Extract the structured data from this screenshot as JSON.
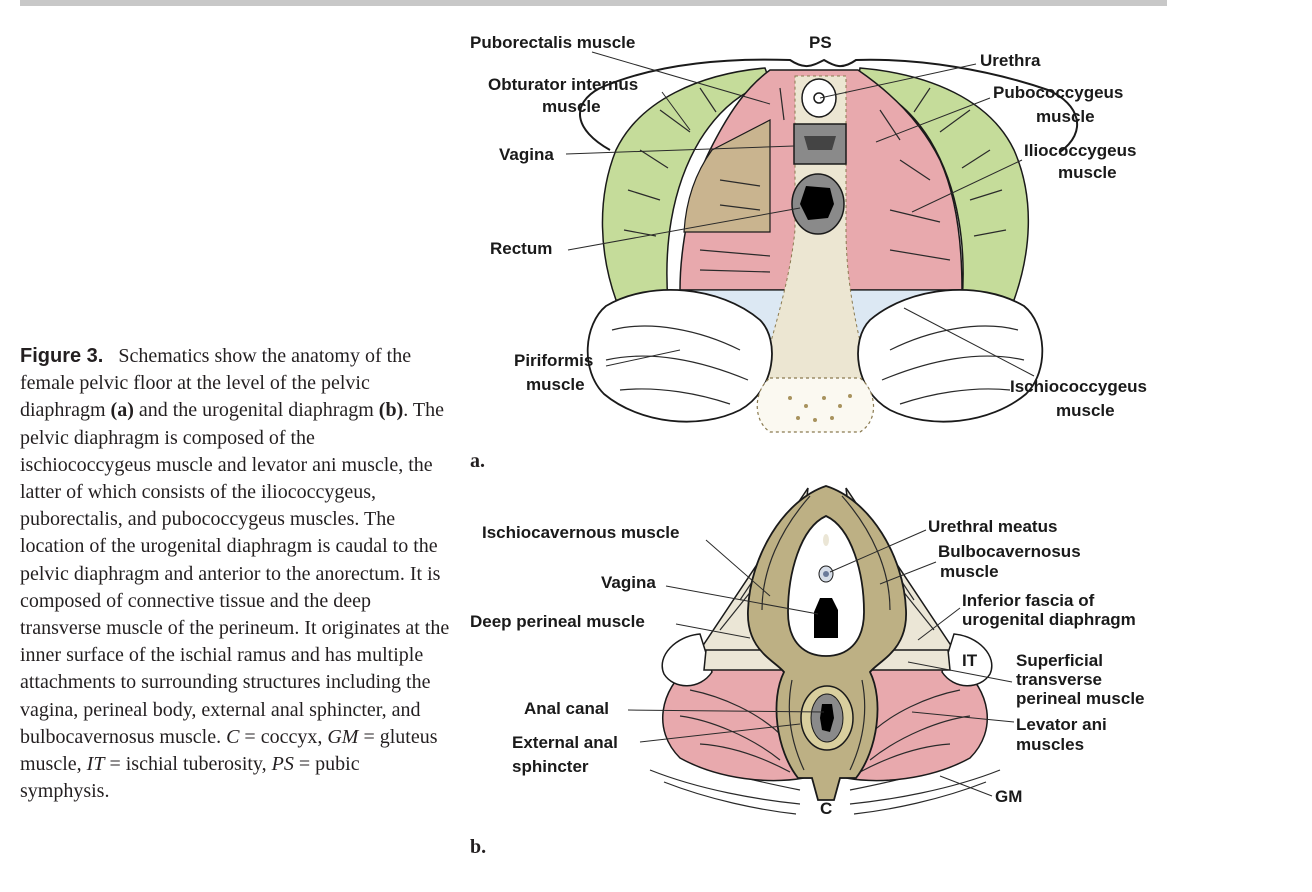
{
  "caption": {
    "figure_label": "Figure 3.",
    "text_1": "Schematics show the anatomy of the female pelvic floor at the level of the pelvic diaphragm ",
    "panel_a_ref": "(a)",
    "text_2": " and the urogenital diaphragm ",
    "panel_b_ref": "(b)",
    "text_3": ". The pelvic diaphragm is composed of the ischiococcygeus muscle and levator ani muscle, the latter of which consists of the iliococcygeus, puborectalis, and pubococcygeus muscles. The location of the urogenital diaphragm is caudal to the pelvic diaphragm and anterior to the anorectum. It is composed of connective tissue and the deep transverse muscle of the perineum. It originates at the inner surface of the ischial ramus and has multiple attachments to surrounding structures including the vagina, perineal body, external anal sphincter, and bulbocavernosus muscle. ",
    "abbr_c": "C",
    "def_c": " = coccyx, ",
    "abbr_gm": "GM",
    "def_gm": " = gluteus muscle, ",
    "abbr_it": "IT",
    "def_it": " = ischial tuberosity, ",
    "abbr_ps": "PS",
    "def_ps": " = pubic symphysis."
  },
  "panel_a": {
    "letter": "a.",
    "labels": {
      "ps": "PS",
      "puborectalis": "Puborectalis muscle",
      "obturator_line1": "Obturator internus",
      "obturator_line2": "muscle",
      "urethra": "Urethra",
      "pubococcygeus_line1": "Pubococcygeus",
      "pubococcygeus_line2": "muscle",
      "vagina": "Vagina",
      "iliococcygeus_line1": "Iliococcygeus",
      "iliococcygeus_line2": "muscle",
      "rectum": "Rectum",
      "piriformis_line1": "Piriformis",
      "piriformis_line2": "muscle",
      "ischiococcygeus_line1": "Ischiococcygeus",
      "ischiococcygeus_line2": "muscle"
    }
  },
  "panel_b": {
    "letter": "b.",
    "labels": {
      "ischiocavernous": "Ischiocavernous muscle",
      "urethral_meatus": "Urethral meatus",
      "bulbocavernosus_line1": "Bulbocavernosus",
      "bulbocavernosus_line2": "muscle",
      "vagina": "Vagina",
      "inferior_fascia_line1": "Inferior fascia of",
      "inferior_fascia_line2": "urogenital diaphragm",
      "deep_perineal": "Deep perineal muscle",
      "it": "IT",
      "superficial_line1": "Superficial",
      "superficial_line2": "transverse",
      "superficial_line3": "perineal muscle",
      "anal_canal": "Anal canal",
      "levator_line1": "Levator ani",
      "levator_line2": "muscles",
      "external_anal_line1": "External anal",
      "external_anal_line2": "sphincter",
      "gm": "GM",
      "c": "C"
    }
  },
  "colors": {
    "muscle_pink": "#e8a9ad",
    "obturator_green": "#c5dc9a",
    "rectum_tan": "#c9b48f",
    "piriformis_blue": "#dce8f3",
    "bulbo_olive": "#bdb084",
    "deep_perineal_beige": "#ebe6d6",
    "organ_gray": "#8a8a8a"
  }
}
